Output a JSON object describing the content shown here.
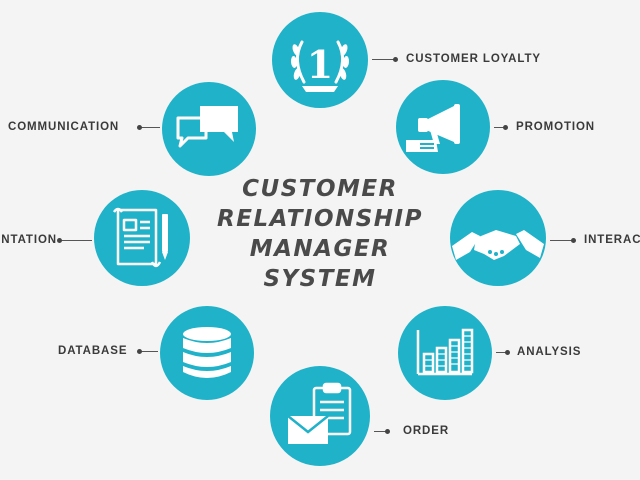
{
  "title": {
    "lines": [
      "CUSTOMER",
      "RELATIONSHIP",
      "MANAGER",
      "SYSTEM"
    ]
  },
  "nodes": {
    "loyalty": {
      "label": "CUSTOMER LOYALTY",
      "icon": "trophy-number-one-laurel-icon",
      "badge": "1"
    },
    "promotion": {
      "label": "PROMOTION",
      "icon": "megaphone-icon"
    },
    "interaction": {
      "label": "INTERACTION",
      "icon": "handshake-icon"
    },
    "analysis": {
      "label": "ANALYSIS",
      "icon": "bar-chart-icon"
    },
    "order": {
      "label": "ORDER",
      "icon": "clipboard-envelope-icon"
    },
    "database": {
      "label": "DATABASE",
      "icon": "database-icon"
    },
    "documentation": {
      "label": "DOCUMENTATION",
      "icon": "document-pen-icon"
    },
    "communication": {
      "label": "COMMUNICATION",
      "icon": "speech-bubbles-icon"
    }
  },
  "colors": {
    "node": "#1fb2c9",
    "background": "#f4f4f4",
    "title": "#4a4a4a",
    "label": "#3a3a3a"
  }
}
